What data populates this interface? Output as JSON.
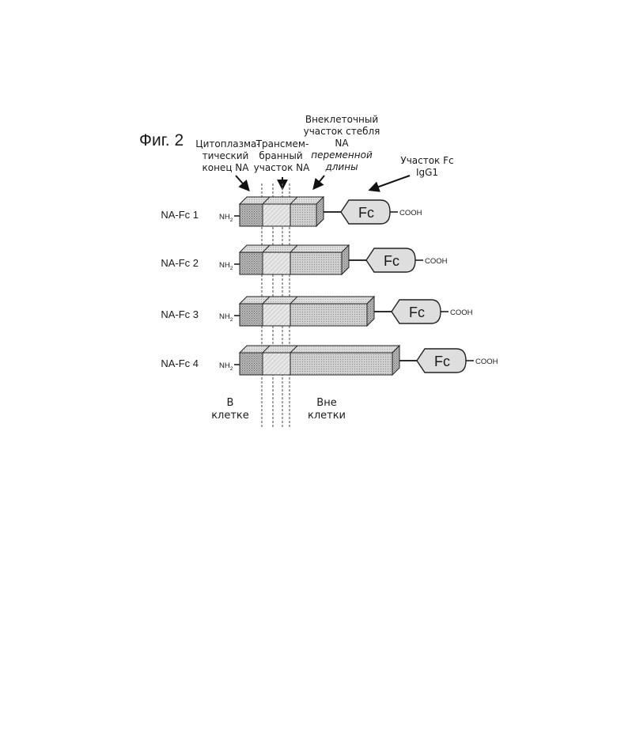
{
  "figure_title": "Фиг. 2",
  "annotations": {
    "cytoplasmic": [
      "Цитоплазма-",
      "тический",
      "конец NA"
    ],
    "transmembrane": [
      "Трансмем-",
      "бранный",
      "участок NA"
    ],
    "stalk": [
      "Внеклеточный",
      "участок стебля",
      "NA",
      "переменной",
      "длины"
    ],
    "fc_region": [
      "Участок Fc",
      "IgG1"
    ]
  },
  "constructs": [
    {
      "label": "NA-Fc 1",
      "n_term": "NH2",
      "fc": "Fc",
      "c_term": "COOH",
      "stalk_length": 1
    },
    {
      "label": "NA-Fc 2",
      "n_term": "NH2",
      "fc": "Fc",
      "c_term": "COOH",
      "stalk_length": 2
    },
    {
      "label": "NA-Fc 3",
      "n_term": "NH2",
      "fc": "Fc",
      "c_term": "COOH",
      "stalk_length": 3
    },
    {
      "label": "NA-Fc 4",
      "n_term": "NH2",
      "fc": "Fc",
      "c_term": "COOH",
      "stalk_length": 4
    }
  ],
  "inside_label": [
    "В",
    "клетке"
  ],
  "outside_label": [
    "Вне",
    "клетки"
  ]
}
